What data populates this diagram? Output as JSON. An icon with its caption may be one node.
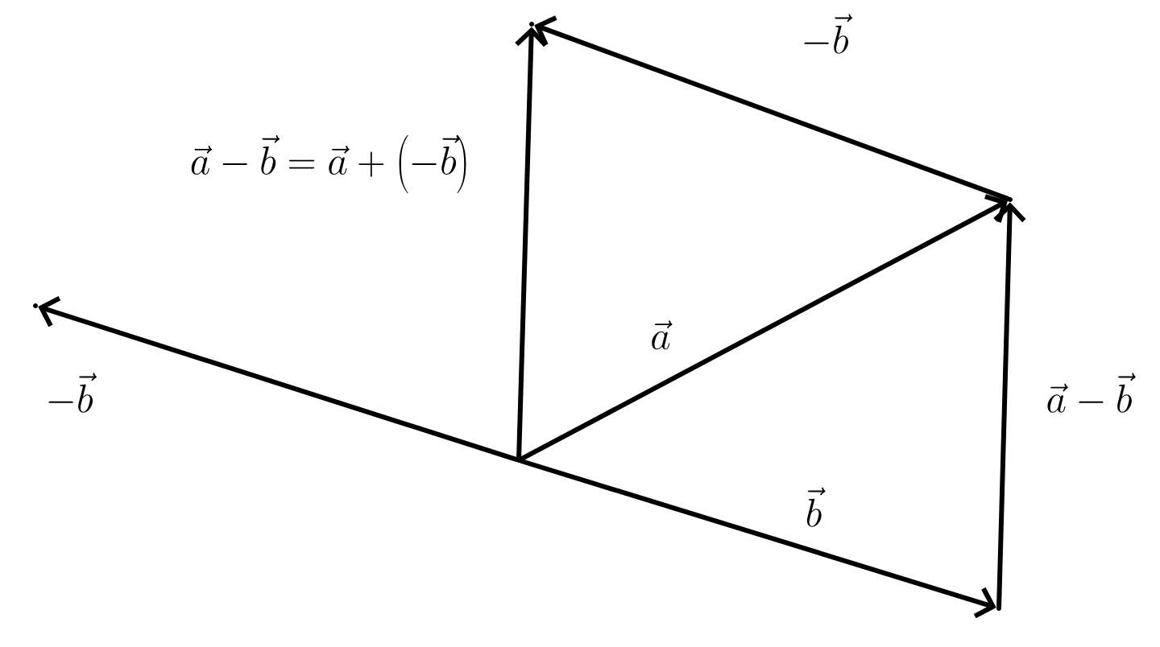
{
  "diagram": {
    "nodes": [
      {
        "text": [],
        "shape": "point"
      },
      {
        "text": [],
        "shape": "point"
      },
      {
        "text": [],
        "shape": "point"
      },
      {
        "text": [],
        "shape": "point"
      },
      {
        "text": [],
        "shape": "point"
      }
    ],
    "edges": [
      {
        "from": 0,
        "to": 3,
        "arrow": "to",
        "label": "\\vec{a}-\\vec{b}=\\vec{a}+\\left(-\\vec{b}\\right)"
      },
      {
        "from": 1,
        "to": 3,
        "arrow": "to",
        "label": "-\\vec{b}"
      },
      {
        "from": 0,
        "to": 4,
        "arrow": "to",
        "label": "-\\vec{b}"
      },
      {
        "from": 0,
        "to": 1,
        "arrow": "to",
        "label": "\\vec{a}"
      },
      {
        "from": 2,
        "to": 1,
        "arrow": "to",
        "label": "\\vec{a}-\\vec{b}"
      },
      {
        "from": 0,
        "to": 2,
        "arrow": "to",
        "label": "\\vec{b}"
      }
    ]
  }
}
